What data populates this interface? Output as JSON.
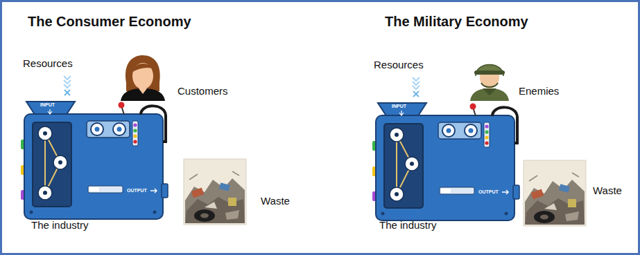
{
  "diagram": {
    "labels": [
      "The Consumer Economy",
      "Resources",
      "Customers",
      "INPUT",
      "OUTPUT",
      "Waste",
      "The industry",
      "The Military Economy",
      "Resources",
      "Enemies",
      "INPUT",
      "OUTPUT",
      "Waste",
      "The industry"
    ]
  }
}
